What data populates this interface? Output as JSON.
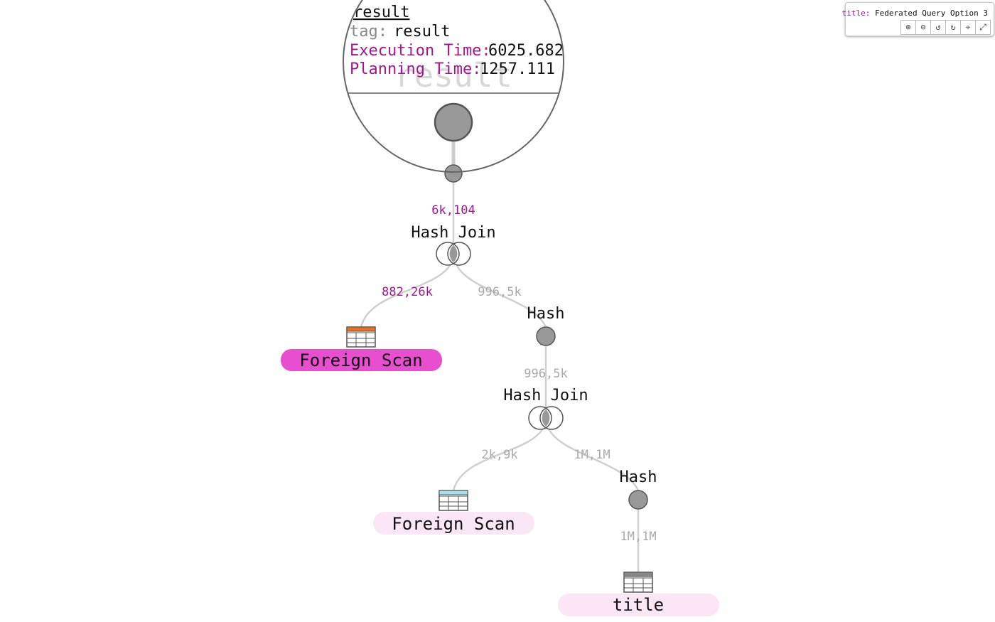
{
  "panel": {
    "title_key": "title:",
    "title_value": "Federated Query Option 3",
    "tools": [
      {
        "name": "zoom-in-icon",
        "glyph": "⊕"
      },
      {
        "name": "zoom-out-icon",
        "glyph": "⊖"
      },
      {
        "name": "rotate-left-icon",
        "glyph": "↺"
      },
      {
        "name": "rotate-right-icon",
        "glyph": "↻"
      },
      {
        "name": "center-icon",
        "glyph": "⌖"
      },
      {
        "name": "fullscreen-icon",
        "glyph": "⤢"
      }
    ]
  },
  "magnifier": {
    "heading": "result",
    "tag_key": "tag:",
    "tag_value": "result",
    "exec_key": "Execution Time:",
    "exec_value": "6025.682",
    "plan_key": "Planning Time:",
    "plan_value": "1257.111",
    "watermark": "result"
  },
  "nodes": {
    "hash_join_1": "Hash Join",
    "foreign_scan_1": "Foreign Scan",
    "hash_1": "Hash",
    "hash_join_2": "Hash Join",
    "foreign_scan_2": "Foreign Scan",
    "hash_2": "Hash",
    "title": "title"
  },
  "edges": {
    "e1": "6k,104",
    "e2": "882,26k",
    "e3": "996,5k",
    "e4": "996,5k",
    "e5": "2k,9k",
    "e6": "1M,1M",
    "e7": "1M,1M"
  },
  "colors": {
    "accent": "#a0178f",
    "scan_hot": "#e84fcf",
    "scan_light": "#fbe6f6",
    "muted": "#aaaaaa"
  }
}
